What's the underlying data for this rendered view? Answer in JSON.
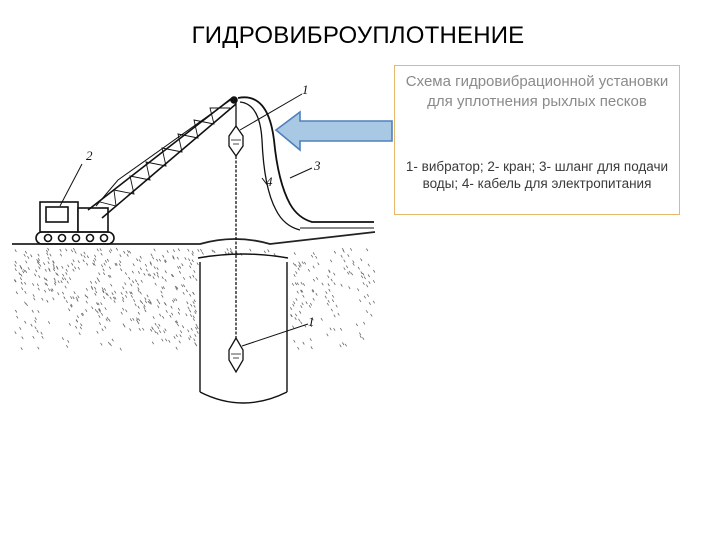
{
  "slide": {
    "title": "ГИДРОВИБРОУПЛОТНЕНИЕ"
  },
  "infobox": {
    "caption": "Схема гидровибрационной установки для уплотнения рыхлых песков",
    "legend": "1- вибратор; 2- кран; 3- шланг для подачи воды; 4- кабель для электропитания"
  },
  "diagram": {
    "labels": {
      "vibrator_top": "1",
      "crane": "2",
      "hose": "3",
      "cable": "4",
      "vibrator_bottom": "1"
    },
    "arrow_color": "#a9c8e4",
    "arrow_outline": "#4f81bd",
    "box_border": "#e6b86a"
  }
}
